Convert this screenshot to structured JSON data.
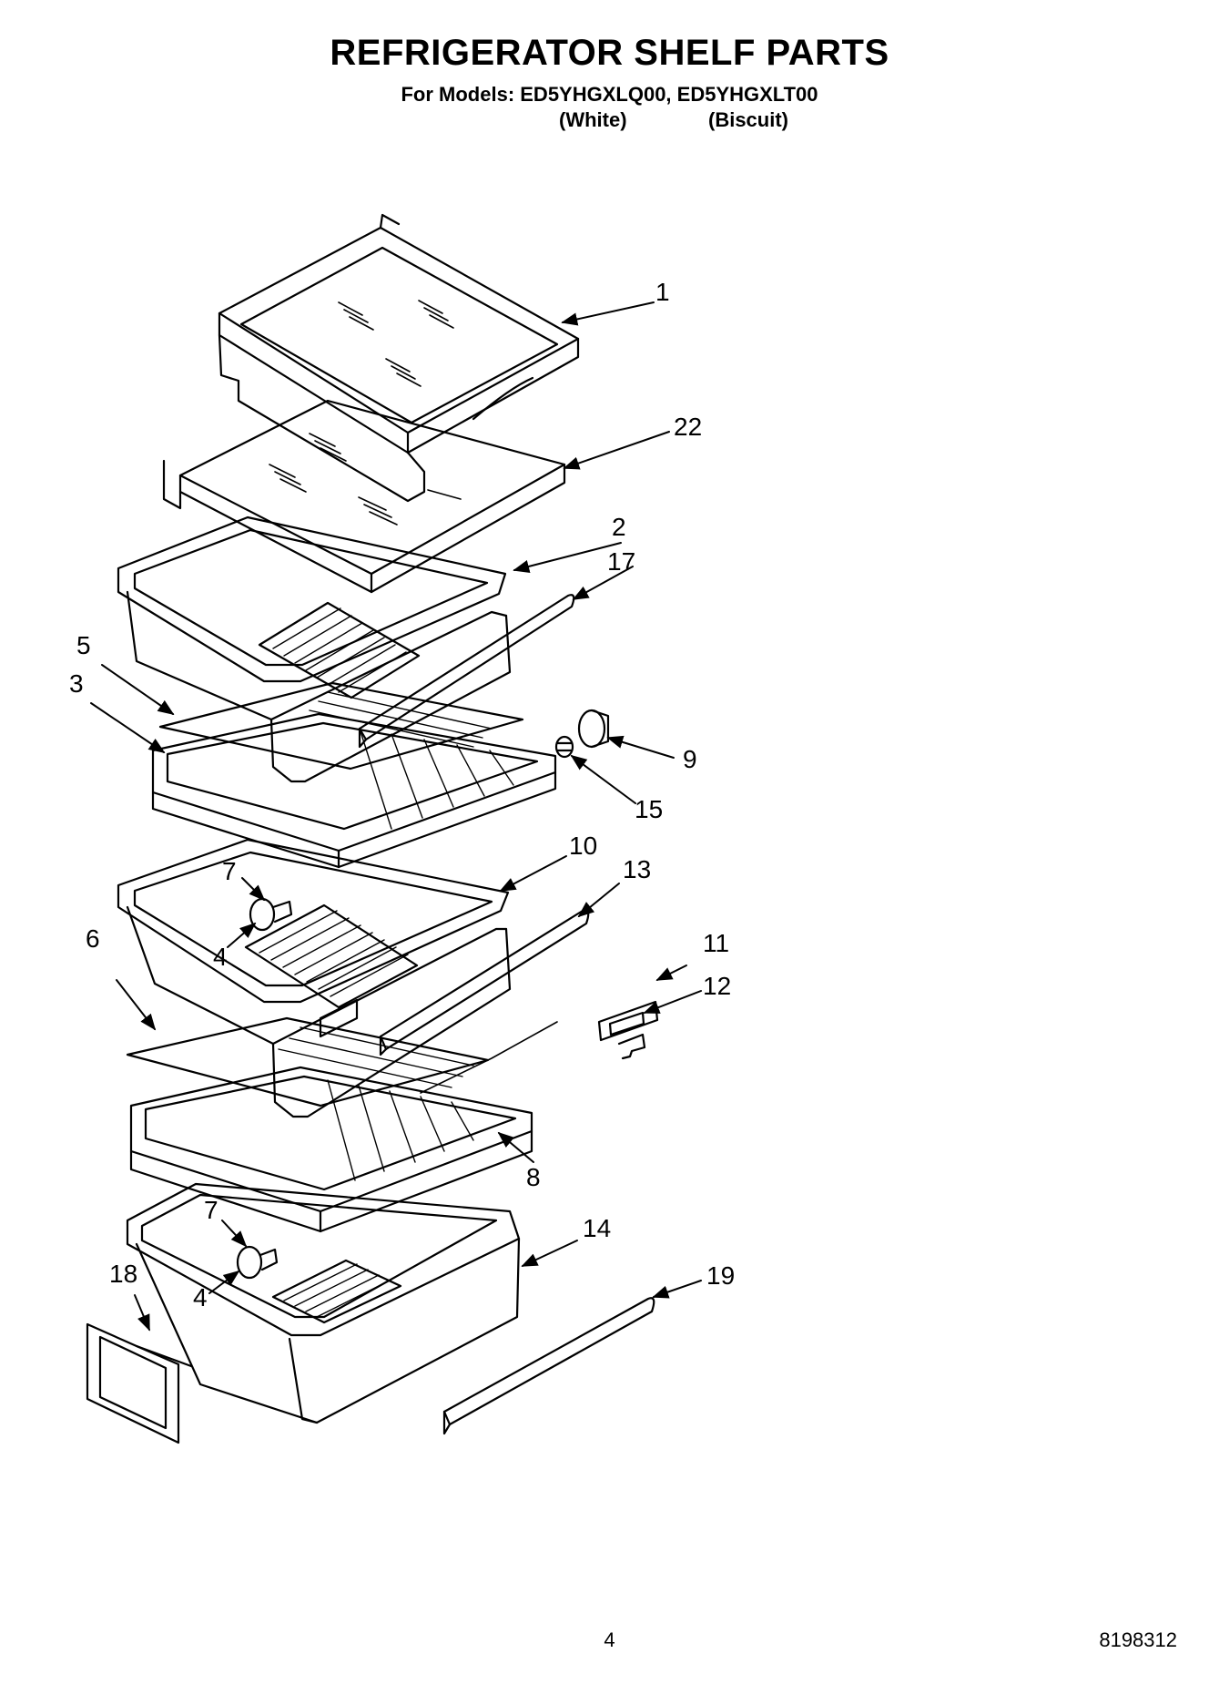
{
  "header": {
    "title": "REFRIGERATOR SHELF PARTS",
    "models_line": "For Models: ED5YHGXLQ00, ED5YHGXLT00",
    "variant_1": "(White)",
    "variant_2": "(Biscuit)"
  },
  "callouts": [
    "1",
    "22",
    "2",
    "17",
    "5",
    "3",
    "9",
    "15",
    "7",
    "10",
    "13",
    "4",
    "6",
    "11",
    "12",
    "8",
    "7",
    "14",
    "19",
    "18",
    "4"
  ],
  "footer": {
    "page_number": "4",
    "document_number": "8198312"
  }
}
